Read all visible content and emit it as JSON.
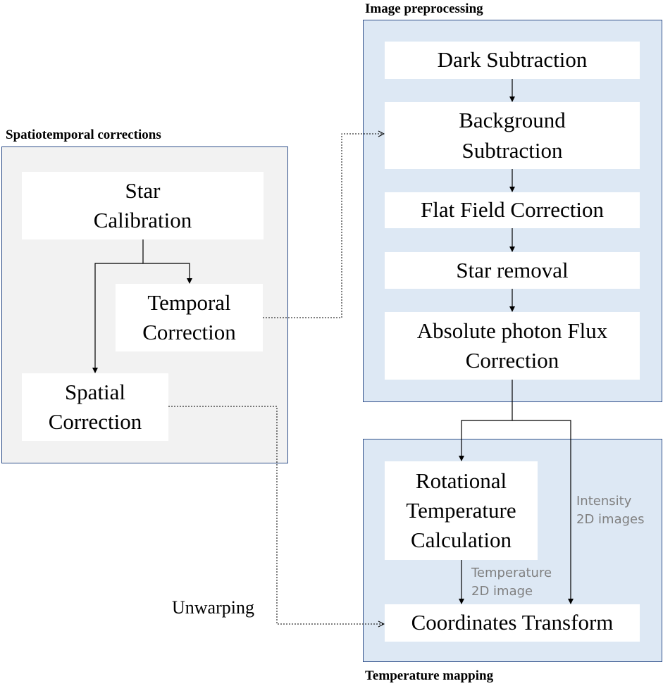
{
  "groups": {
    "preprocessing": {
      "title": "Image preprocessing"
    },
    "spatiotemporal": {
      "title": "Spatiotemporal corrections"
    },
    "mapping": {
      "title": "Temperature mapping"
    }
  },
  "steps": {
    "dark_subtraction": "Dark Subtraction",
    "background_subtraction": "Background\nSubtraction",
    "flat_field_correction": "Flat Field Correction",
    "star_removal": "Star removal",
    "absolute_photon_flux": "Absolute photon Flux\nCorrection",
    "star_calibration": "Star\nCalibration",
    "temporal_correction": "Temporal\nCorrection",
    "spatial_correction": "Spatial\nCorrection",
    "rotational_temperature": "Rotational\nTemperature\nCalculation",
    "coordinates_transform": "Coordinates Transform"
  },
  "edge_labels": {
    "unwarping": "Unwarping",
    "intensity_images": "Intensity\n2D images",
    "temperature_image": "Temperature\n2D image"
  },
  "colors": {
    "panel_border": "#2f4f8a",
    "gray_panel": "#f2f2f2",
    "blue_panel": "#dde8f4",
    "edge_label_text": "#808080"
  }
}
